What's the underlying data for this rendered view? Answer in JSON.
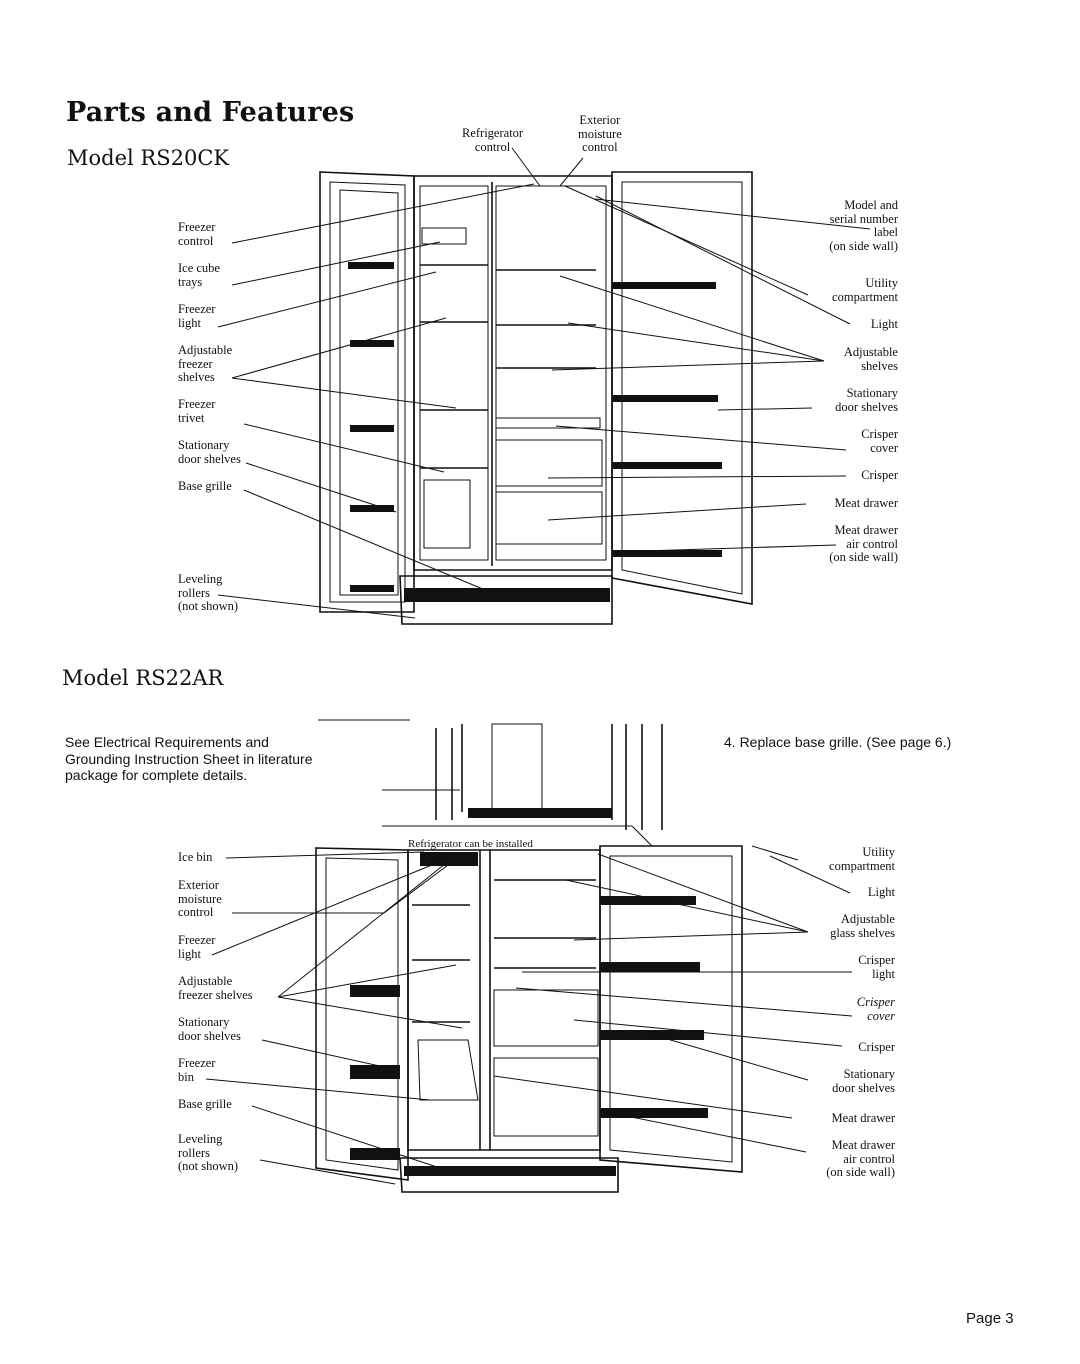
{
  "title": "Parts and Features",
  "page_label": "Page 3",
  "model_1": {
    "heading": "Model RS20CK",
    "top_labels": [
      {
        "id": "refrigerator-control",
        "lines": [
          "Refrigerator",
          "control"
        ]
      },
      {
        "id": "exterior-moisture-control",
        "lines": [
          "Exterior",
          "moisture",
          "control"
        ]
      }
    ],
    "left_labels": [
      {
        "id": "freezer-control",
        "lines": [
          "Freezer",
          "control"
        ]
      },
      {
        "id": "ice-cube-trays",
        "lines": [
          "Ice cube",
          "trays"
        ]
      },
      {
        "id": "freezer-light",
        "lines": [
          "Freezer",
          "light"
        ]
      },
      {
        "id": "adjustable-freezer-shelves",
        "lines": [
          "Adjustable",
          "freezer",
          "shelves"
        ]
      },
      {
        "id": "freezer-trivet",
        "lines": [
          "Freezer",
          "trivet"
        ]
      },
      {
        "id": "stationary-door-shelves",
        "lines": [
          "Stationary",
          "door shelves"
        ]
      },
      {
        "id": "base-grille",
        "lines": [
          "Base grille"
        ]
      },
      {
        "id": "leveling-rollers",
        "lines": [
          "Leveling",
          "rollers",
          "(not shown)"
        ]
      }
    ],
    "right_labels": [
      {
        "id": "model-serial-label",
        "lines": [
          "Model and",
          "serial number",
          "label",
          "(on side wall)"
        ]
      },
      {
        "id": "utility-compartment",
        "lines": [
          "Utility",
          "compartment"
        ]
      },
      {
        "id": "light",
        "lines": [
          "Light"
        ]
      },
      {
        "id": "adjustable-shelves",
        "lines": [
          "Adjustable",
          "shelves"
        ]
      },
      {
        "id": "stationary-door-shelves",
        "lines": [
          "Stationary",
          "door shelves"
        ]
      },
      {
        "id": "crisper-cover",
        "lines": [
          "Crisper",
          "cover"
        ]
      },
      {
        "id": "crisper",
        "lines": [
          "Crisper"
        ]
      },
      {
        "id": "meat-drawer",
        "lines": [
          "Meat drawer"
        ]
      },
      {
        "id": "meat-drawer-air-control",
        "lines": [
          "Meat drawer",
          "air control",
          "(on side wall)"
        ]
      }
    ]
  },
  "model_2": {
    "heading": "Model RS22AR",
    "note_left": [
      "See Electrical Requirements and",
      "Grounding Instruction Sheet in literature",
      "package for complete details."
    ],
    "note_right": "4. Replace base grille. (See page 6.)",
    "overlap_text": "Refrigerator can be installed",
    "left_labels": [
      {
        "id": "ice-bin",
        "lines": [
          "Ice bin"
        ]
      },
      {
        "id": "exterior-moisture-control",
        "lines": [
          "Exterior",
          "moisture",
          "control"
        ]
      },
      {
        "id": "freezer-light",
        "lines": [
          "Freezer",
          "light"
        ]
      },
      {
        "id": "adjustable-freezer-shelves",
        "lines": [
          "Adjustable",
          "freezer shelves"
        ]
      },
      {
        "id": "stationary-door-shelves",
        "lines": [
          "Stationary",
          "door shelves"
        ]
      },
      {
        "id": "freezer-bin",
        "lines": [
          "Freezer",
          "bin"
        ]
      },
      {
        "id": "base-grille",
        "lines": [
          "Base grille"
        ]
      },
      {
        "id": "leveling-rollers",
        "lines": [
          "Leveling",
          "rollers",
          "(not shown)"
        ]
      }
    ],
    "right_labels": [
      {
        "id": "utility-compartment",
        "lines": [
          "Utility",
          "compartment"
        ]
      },
      {
        "id": "light",
        "lines": [
          "Light"
        ]
      },
      {
        "id": "adjustable-glass-shelves",
        "lines": [
          "Adjustable",
          "glass shelves"
        ]
      },
      {
        "id": "crisper-light",
        "lines": [
          "Crisper",
          "light"
        ]
      },
      {
        "id": "crisper-cover",
        "lines": [
          "Crisper",
          "cover"
        ]
      },
      {
        "id": "crisper",
        "lines": [
          "Crisper"
        ]
      },
      {
        "id": "stationary-door-shelves",
        "lines": [
          "Stationary",
          "door shelves"
        ]
      },
      {
        "id": "meat-drawer",
        "lines": [
          "Meat drawer"
        ]
      },
      {
        "id": "meat-drawer-air-control",
        "lines": [
          "Meat drawer",
          "air control",
          "(on side wall)"
        ]
      }
    ]
  }
}
